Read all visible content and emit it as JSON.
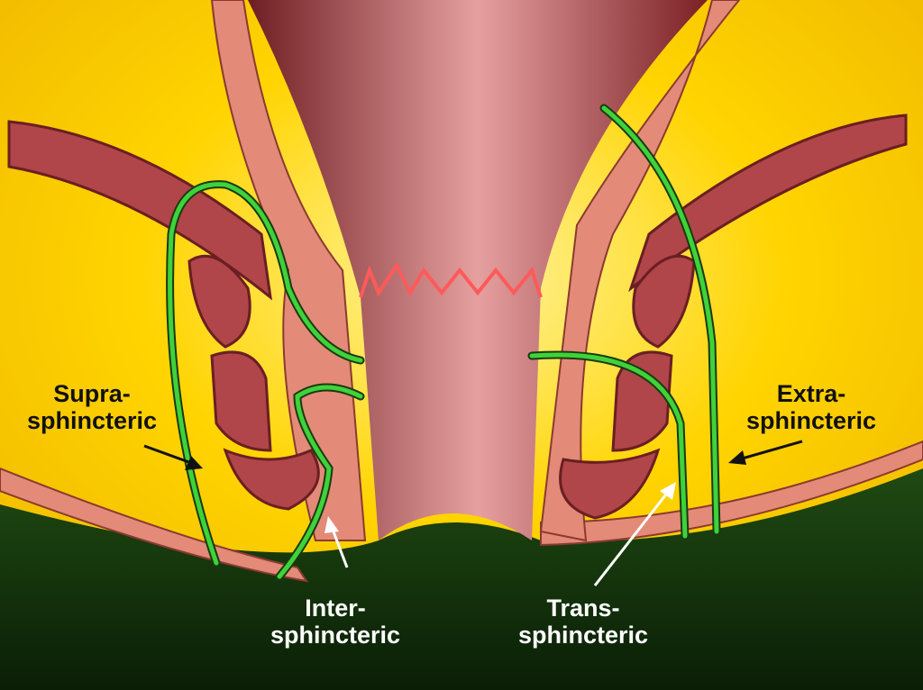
{
  "labels": {
    "supra": {
      "line1": "Supra-",
      "line2": "sphincteric"
    },
    "inter": {
      "line1": "Inter-",
      "line2": "sphincteric"
    },
    "trans": {
      "line1": "Trans-",
      "line2": "sphincteric"
    },
    "extra": {
      "line1": "Extra-",
      "line2": "sphincteric"
    }
  },
  "colors": {
    "background_top": "#ffd000",
    "background_bottom": "#10300a",
    "tissue": "#b5494a",
    "skin": "#e38a78",
    "fistula_track": "#3fd23a"
  }
}
